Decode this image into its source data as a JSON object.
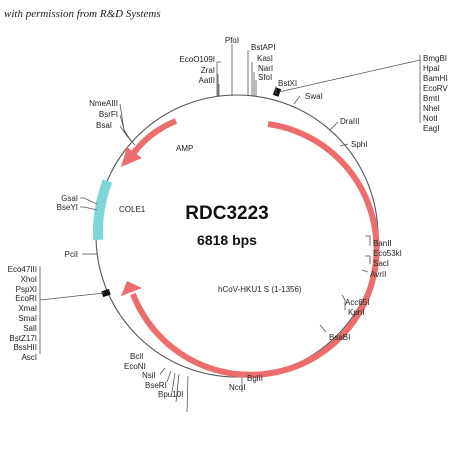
{
  "permission": "with permission from R&D Systems",
  "plasmid": {
    "name": "RDC3223",
    "size": "6818 bps"
  },
  "colors": {
    "arrow": "#ec6d6d",
    "arrow_stroke": "#d14b4b",
    "cole1": "#7fd6d6",
    "backbone": "#555555"
  },
  "features": {
    "amp": "AMP",
    "cole1": "COLE1",
    "insert": "hCoV-HKU1 S (1-1356)"
  },
  "sites": {
    "top": [
      "EcoO109I",
      "ZraI",
      "AatII",
      "PfoI",
      "BstAPI",
      "KasI",
      "NarI",
      "SfoI",
      "BstXI"
    ],
    "mcs_right": [
      "BmgBI",
      "HpaI",
      "BamHI",
      "EcoRV",
      "BmtI",
      "NheI",
      "NotI",
      "EagI"
    ],
    "right": [
      "SwaI",
      "DraIII",
      "SphI",
      "BanII",
      "Eco53kI",
      "SacI",
      "AvrII",
      "Acc65I",
      "KpnI",
      "BsaBI"
    ],
    "bottom": [
      "BglII",
      "NcoI",
      "BclI",
      "EcoNI",
      "NsiI",
      "BseRI",
      "Bpu10I"
    ],
    "mcs_left": [
      "Eco47III",
      "XhoI",
      "PspXI",
      "EcoRI",
      "XmaI",
      "SmaI",
      "SalI",
      "BstZ17I",
      "BssHII",
      "AscI"
    ],
    "left": [
      "NmeAIII",
      "BsrFI",
      "BsaI",
      "GsaI",
      "BseYI",
      "PciI"
    ]
  }
}
